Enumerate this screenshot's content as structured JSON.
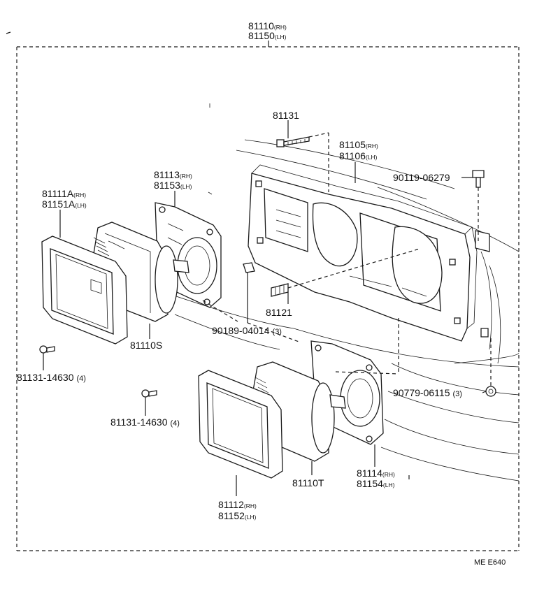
{
  "callouts": {
    "assembly": {
      "part1": "81110",
      "sfx1": "(RH)",
      "part2": "81150",
      "sfx2": "(LH)"
    },
    "bolt_top": {
      "part1": "81131"
    },
    "bracket": {
      "part1": "81105",
      "sfx1": "(RH)",
      "part2": "81106",
      "sfx2": "(LH)"
    },
    "bolt_right": {
      "part1": "90119-06279"
    },
    "ring_upper": {
      "part1": "81113",
      "sfx1": "(RH)",
      "part2": "81153",
      "sfx2": "(LH)"
    },
    "rim_upper": {
      "part1": "81111A",
      "sfx1": "(RH)",
      "part2": "81151A",
      "sfx2": "(LH)"
    },
    "adjuster": {
      "part1": "81121"
    },
    "nut": {
      "part1": "90189-04014",
      "qty": "(3)"
    },
    "bulb_s": {
      "part1": "81110S"
    },
    "screw_left": {
      "part1": "81131-14630",
      "qty": "(4)"
    },
    "screw_mid": {
      "part1": "81131-14630",
      "qty": "(4)"
    },
    "clip": {
      "part1": "90779-06115",
      "qty": "(3)"
    },
    "ring_lower": {
      "part1": "81114",
      "sfx1": "(RH)",
      "part2": "81154",
      "sfx2": "(LH)"
    },
    "bulb_t": {
      "part1": "81110T"
    },
    "rim_lower": {
      "part1": "81112",
      "sfx1": "(RH)",
      "part2": "81152",
      "sfx2": "(LH)"
    }
  },
  "figure_code": "ME E640"
}
